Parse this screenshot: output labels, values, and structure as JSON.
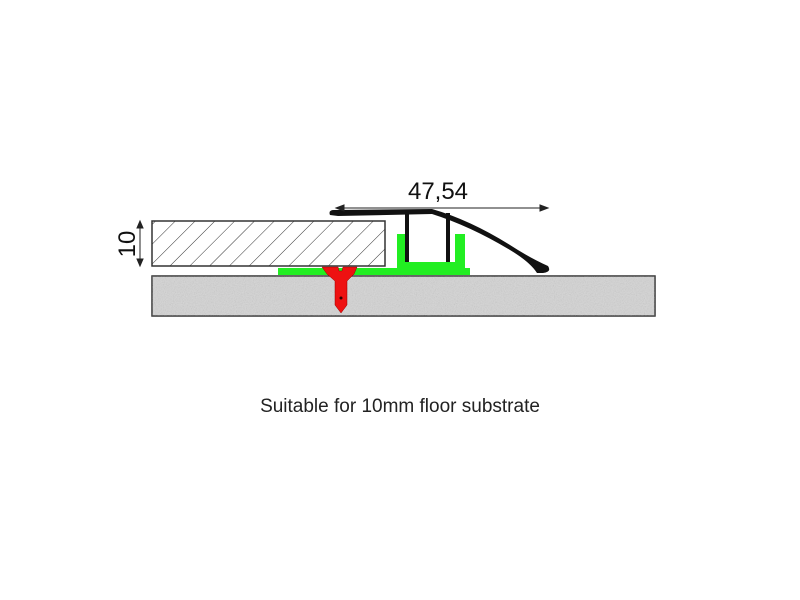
{
  "dimensions": {
    "width_label": "47,54",
    "height_label": "10"
  },
  "caption": "Suitable for 10mm floor substrate",
  "colors": {
    "base_profile": "#22ee22",
    "anchor": "#ee1111",
    "cover_profile": "#111111",
    "substrate": "#d4d4d4"
  }
}
